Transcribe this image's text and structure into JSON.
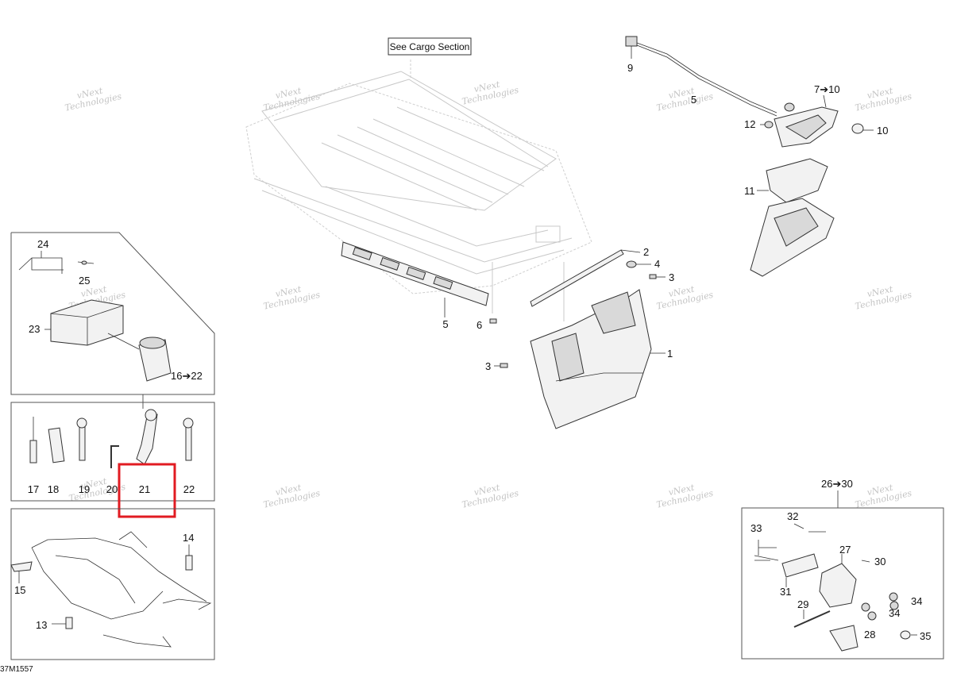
{
  "diagram": {
    "id_code": "37M1557",
    "see_section_label": "See Cargo Section",
    "watermark_text_line1": "vNext",
    "watermark_text_line2": "Technologies",
    "highlight_color": "#e11b22",
    "callouts": {
      "c1": "1",
      "c2": "2",
      "c3a": "3",
      "c3b": "3",
      "c4": "4",
      "c5a": "5",
      "c5b": "5",
      "c6": "6",
      "c7": "7➔10",
      "c9": "9",
      "c10": "10",
      "c11": "11",
      "c12": "12",
      "c13": "13",
      "c14": "14",
      "c15": "15",
      "c16": "16➔22",
      "c17": "17",
      "c18": "18",
      "c19": "19",
      "c20": "20",
      "c21": "21",
      "c22": "22",
      "c23": "23",
      "c24": "24",
      "c25": "25",
      "c26": "26➔30",
      "c27": "27",
      "c28": "28",
      "c29": "29",
      "c30": "30",
      "c31": "31",
      "c32": "32",
      "c33": "33",
      "c34a": "34",
      "c34b": "34",
      "c35": "35"
    }
  }
}
